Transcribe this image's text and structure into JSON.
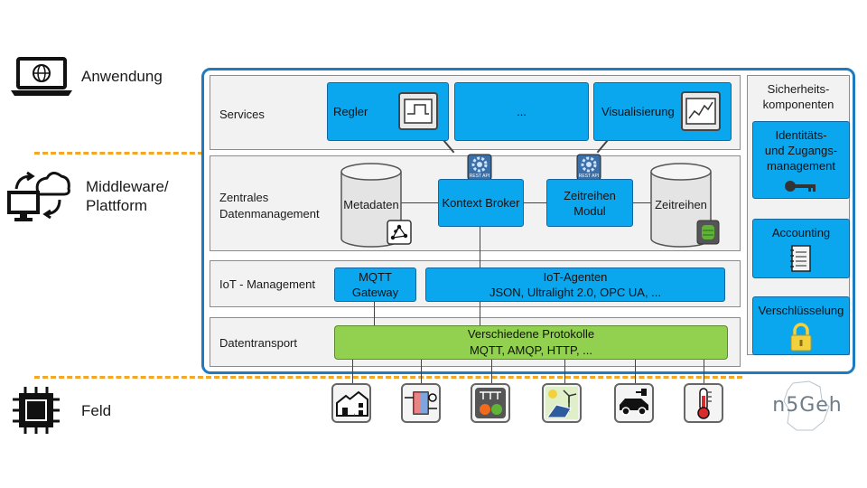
{
  "tiers": {
    "application": "Anwendung",
    "middleware_line1": "Middleware/",
    "middleware_line2": "Plattform",
    "field": "Feld"
  },
  "layers": {
    "services": "Services",
    "data_mgmt_line1": "Zentrales",
    "data_mgmt_line2": "Datenmanagement",
    "iot_mgmt": "IoT - Management",
    "transport": "Datentransport"
  },
  "services": {
    "controller": "Regler",
    "ellipsis": "...",
    "visualization": "Visualisierung"
  },
  "data_management": {
    "metadata": "Metadaten",
    "context_broker": "Kontext Broker",
    "timeseries_module_line1": "Zeitreihen",
    "timeseries_module_line2": "Modul",
    "timeseries": "Zeitreihen",
    "rest_api": "REST API"
  },
  "iot": {
    "mqtt_line1": "MQTT",
    "mqtt_line2": "Gateway",
    "agents_line1": "IoT-Agenten",
    "agents_line2": "JSON, Ultralight 2.0, OPC UA, ..."
  },
  "transport": {
    "protocols_line1": "Verschiedene Protokolle",
    "protocols_line2": "MQTT, AMQP, HTTP, ..."
  },
  "security": {
    "header_line1": "Sicherheits-",
    "header_line2": "komponenten",
    "identity_line1": "Identitäts-",
    "identity_line2": "und Zugangs-",
    "identity_line3": "management",
    "accounting": "Accounting",
    "encryption": "Verschlüsselung"
  },
  "logo": "n5Geh",
  "colors": {
    "frame_blue": "#1f7bc1",
    "box_blue": "#0aa6ee",
    "protocol_green": "#92d050",
    "divider_orange": "#f5a623"
  },
  "icons": [
    "laptop-globe-icon",
    "cloud-sync-icon",
    "chip-icon",
    "buildings-icon",
    "heat-exchanger-icon",
    "grid-energy-icon",
    "solar-wind-icon",
    "electric-car-icon",
    "thermometer-icon",
    "key-icon",
    "notebook-icon",
    "padlock-icon",
    "graph-nodes-icon",
    "database-icon",
    "window-chart-icon",
    "window-trend-icon",
    "gear-icon"
  ]
}
